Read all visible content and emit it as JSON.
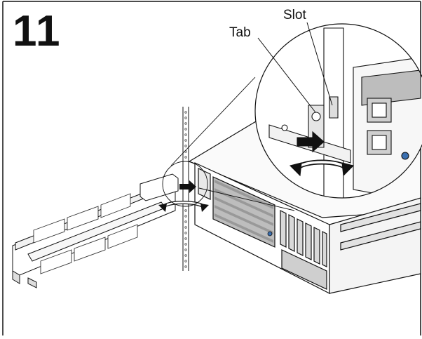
{
  "step": {
    "number": "11"
  },
  "callouts": {
    "tab": "Tab",
    "slot": "Slot"
  },
  "colors": {
    "line": "#111111",
    "gray": "#cccccc",
    "dark": "#333333",
    "accent": "#3a6fb0"
  },
  "icons": {
    "rotate": "rotate-arrow-icon",
    "push": "push-arrow-icon"
  }
}
